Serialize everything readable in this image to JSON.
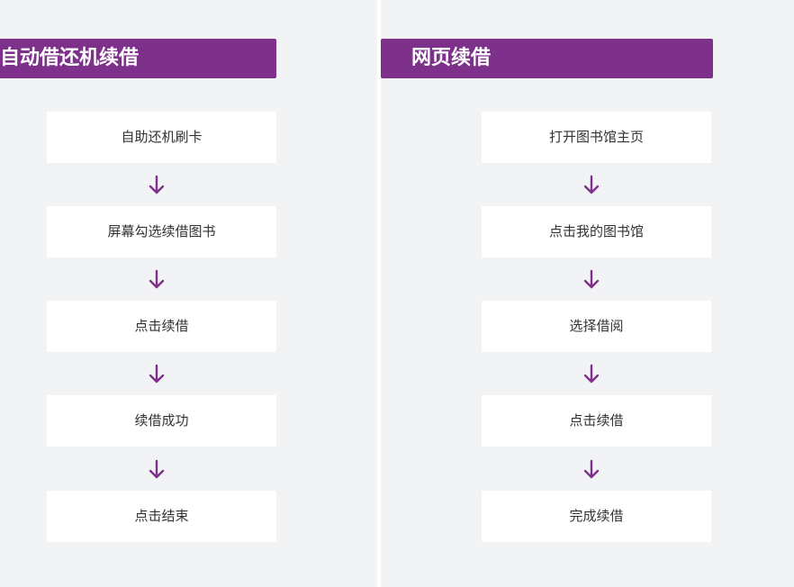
{
  "colors": {
    "accent": "#7e318b",
    "panel_bg": "#f2f3f5",
    "box_bg": "#ffffff",
    "text": "#333333"
  },
  "left": {
    "title": "自动借还机续借",
    "steps": [
      "自助还机刷卡",
      "屏幕勾选续借图书",
      "点击续借",
      "续借成功",
      "点击结束"
    ]
  },
  "right": {
    "title": "网页续借",
    "steps": [
      "打开图书馆主页",
      "点击我的图书馆",
      "选择借阅",
      "点击续借",
      "完成续借"
    ]
  },
  "arrow_icon": "down-arrow-icon"
}
